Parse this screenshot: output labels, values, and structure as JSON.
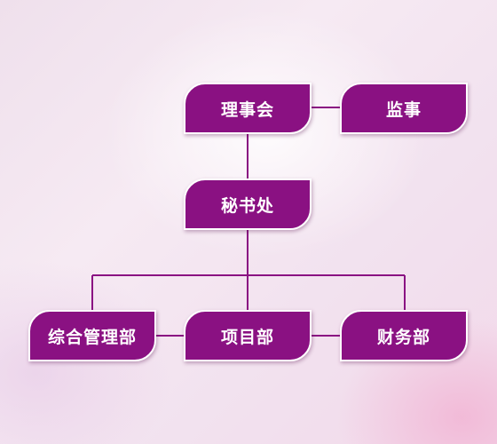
{
  "org_chart": {
    "nodes": {
      "board": "理事会",
      "supervisor": "监事",
      "secretariat": "秘书处",
      "admin": "综合管理部",
      "project": "项目部",
      "finance": "财务部"
    },
    "edges": [
      [
        "board",
        "supervisor"
      ],
      [
        "board",
        "secretariat"
      ],
      [
        "secretariat",
        "admin"
      ],
      [
        "secretariat",
        "project"
      ],
      [
        "secretariat",
        "finance"
      ]
    ]
  },
  "colors": {
    "node_fill": "#8a1182",
    "node_border": "#ffffff",
    "connector": "#8a1182",
    "text": "#ffffff"
  }
}
